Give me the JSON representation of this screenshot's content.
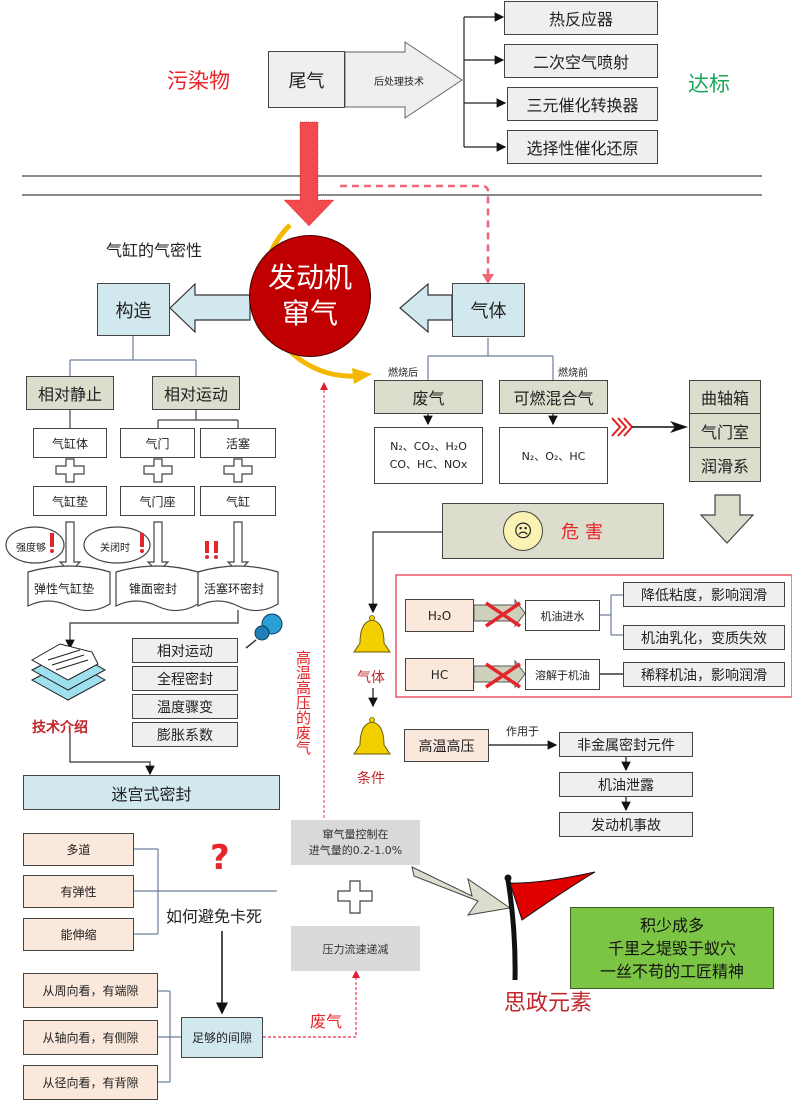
{
  "top": {
    "pollutant_label": "污染物",
    "standard_label": "达标",
    "exhaust_label": "尾气",
    "aftertreatment_label": "后处理技术",
    "treatments": [
      "热反应器",
      "二次空气喷射",
      "三元催化转换器",
      "选择性催化还原"
    ]
  },
  "center": {
    "engine_line1": "发动机",
    "engine_line2": "窜气",
    "cylinder_tightness": "气缸的气密性",
    "structure": "构造",
    "gas": "气体"
  },
  "structure_branch": {
    "static": "相对静止",
    "moving": "相对运动",
    "top_parts": [
      "气缸体",
      "气门",
      "活塞"
    ],
    "bottom_parts": [
      "气缸垫",
      "气门座",
      "气缸"
    ],
    "bubbles": [
      "强度够",
      "关闭时"
    ],
    "seals": [
      "弹性气缸垫",
      "锥面密封",
      "活塞环密封"
    ],
    "features": [
      "相对运动",
      "全程密封",
      "温度骤变",
      "膨胀系数"
    ],
    "tech_intro": "技术介绍",
    "labyrinth": "迷宫式密封"
  },
  "gas_branch": {
    "after_burn": "燃烧后",
    "before_burn": "燃烧前",
    "exhaust": "废气",
    "mixture": "可燃混合气",
    "exhaust_components_line1": "N₂、CO₂、H₂O",
    "exhaust_components_line2": "CO、HC、NOx",
    "mixture_components": "N₂、O₂、HC",
    "locations": [
      "曲轴箱",
      "气门室",
      "润滑系"
    ]
  },
  "harm": {
    "title": "危 害",
    "rows": [
      {
        "source": "H₂O",
        "effect": "机油进水",
        "results": [
          "降低粘度，影响润滑",
          "机油乳化，变质失效"
        ]
      },
      {
        "source": "HC",
        "effect": "溶解于机油",
        "results": [
          "稀释机油，影响润滑"
        ]
      }
    ],
    "bell_gas": "气体",
    "bell_condition": "条件",
    "high_temp_pressure": "高温高压",
    "acts_on": "作用于",
    "chain": [
      "非金属密封元件",
      "机油泄露",
      "发动机事故"
    ]
  },
  "vertical_note": "高温高压的废气",
  "bottom": {
    "properties": [
      "多道",
      "有弹性",
      "能伸缩"
    ],
    "question_mark": "?",
    "avoid_stuck": "如何避免卡死",
    "gaps": [
      "从周向看，有端隙",
      "从轴向看，有侧隙",
      "从径向看，有背隙"
    ],
    "enough_gap": "足够的间隙",
    "exhaust_label": "废气",
    "blowby_control_line1": "窜气量控制在",
    "blowby_control_line2": "进气量的0.2-1.0%",
    "plus": "+",
    "pressure_decrease": "压力流速递减",
    "ideology": "思政元素",
    "ideology_lines": [
      "积少成多",
      "千里之堤毁于蚁穴",
      "一丝不苟的工匠精神"
    ]
  },
  "colors": {
    "engine_red": "#c00000",
    "accent_red": "#e8252a",
    "orange_arc": "#f5b800",
    "green_box": "#7cc444",
    "light_blue": "#d2e8ef",
    "khaki": "#dcddcc",
    "peach": "#fbe8dc"
  }
}
